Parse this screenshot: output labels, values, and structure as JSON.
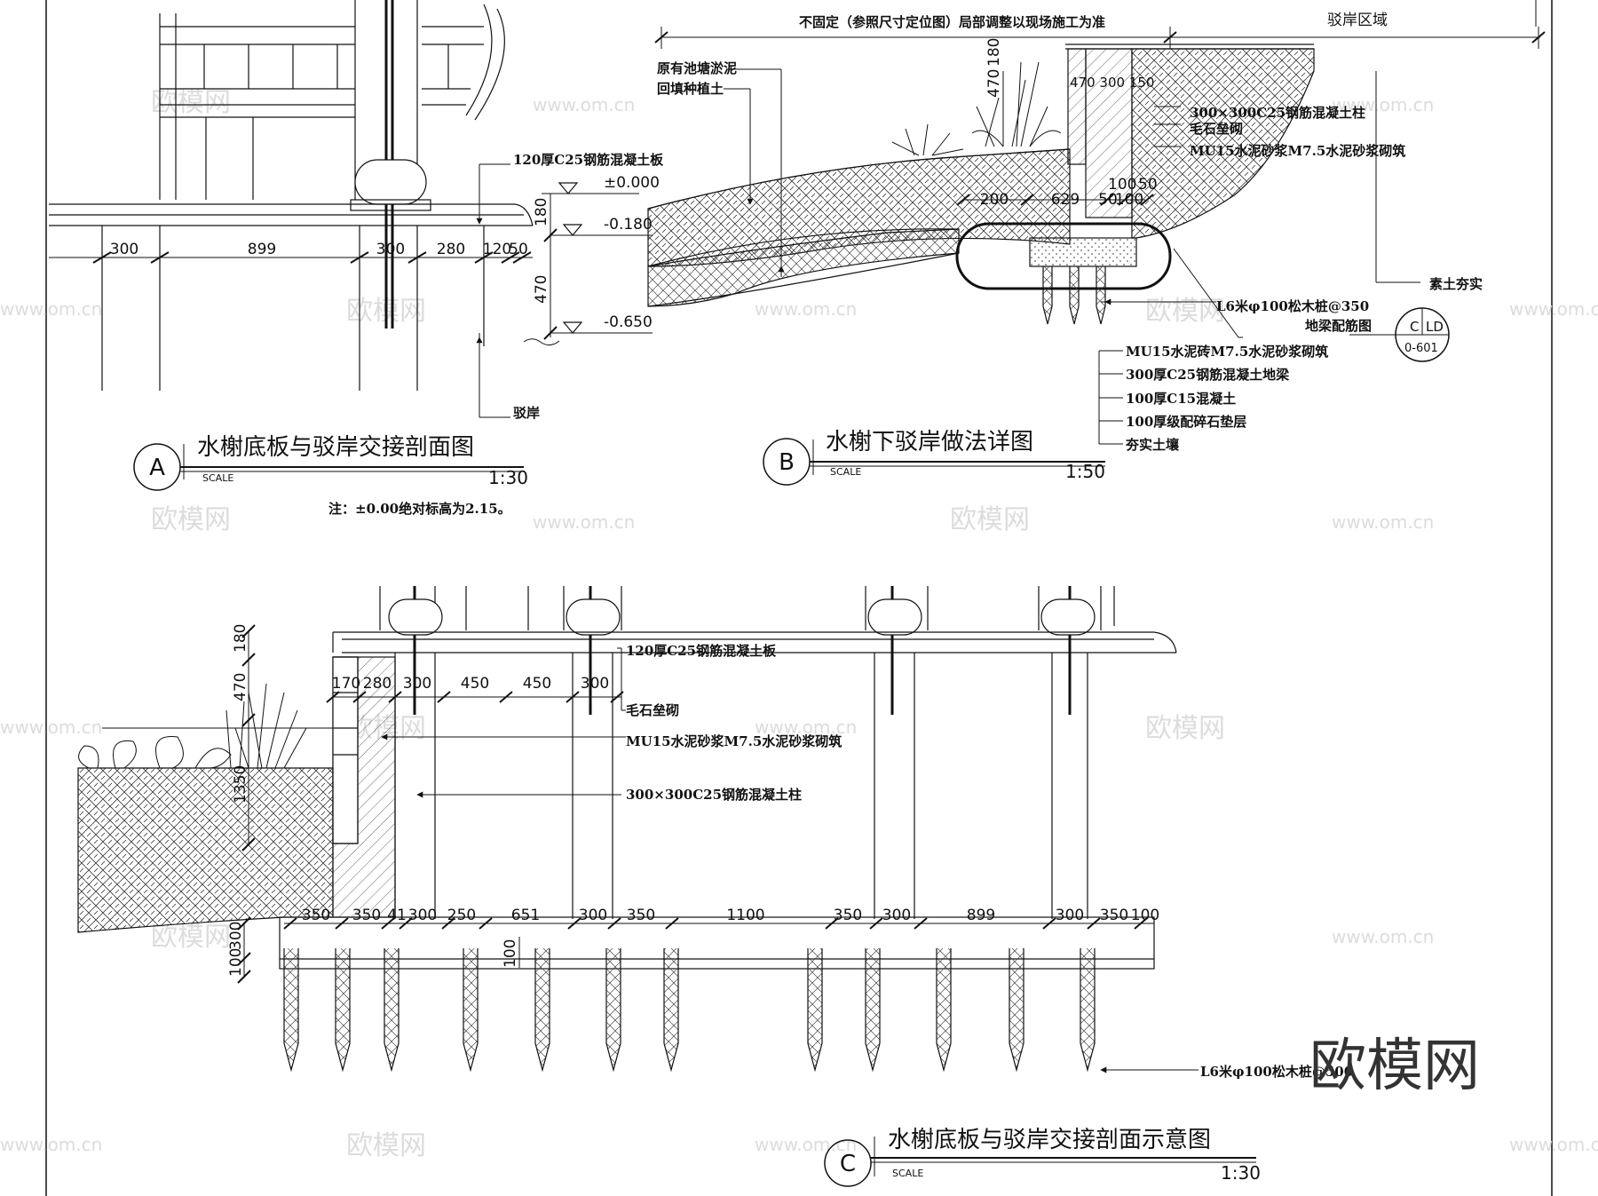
{
  "watermark": {
    "brand": "欧模网",
    "url": "www.om.cn",
    "logo": "欧模网"
  },
  "a": {
    "title": "水榭底板与驳岸交接剖面图",
    "marker": "A",
    "scale_word": "SCALE",
    "ratio": "1:30",
    "note": "注：±0.00绝对标高为2.15。",
    "slab_label": "120厚C25钢筋混凝土板",
    "bank_label": "驳岸",
    "elev_top": "±0.000",
    "elev_mid": "-0.180",
    "elev_low": "-0.650",
    "vdims": [
      "180",
      "470"
    ],
    "dims": [
      "300",
      "899",
      "300",
      "280",
      "120",
      "50"
    ]
  },
  "b": {
    "title": "水榭下驳岸做法详图",
    "marker": "B",
    "scale_word": "SCALE",
    "ratio": "1:50",
    "top_note": "不固定（参照尺寸定位图）局部调整以现场施工为准",
    "zone": "驳岸区域",
    "silt1": "原有池塘淤泥",
    "silt2": "回填种植土",
    "col_label": "300×300C25钢筋混凝土柱",
    "rubble": "毛石垒砌",
    "mortar": "MU15水泥砂浆M7.5水泥砂浆砌筑",
    "top_dims": "470 300 150",
    "vdims": [
      "470",
      "180"
    ],
    "side_dims": [
      "100",
      "50"
    ],
    "mid_dims": [
      "200",
      "629",
      "50",
      "100"
    ],
    "pile": "L6米φ100松木桩@350",
    "beam_ref": "地梁配筋图",
    "soil": "素土夯实",
    "layers": [
      "MU15水泥砖M7.5水泥砂浆砌筑",
      "300厚C25钢筋混凝土地梁",
      "100厚C15混凝土",
      "100厚级配碎石垫层",
      "夯实土壤"
    ],
    "callout_top": "C",
    "callout_right": "LD",
    "callout_bottom": "0-601"
  },
  "c": {
    "title": "水榭底板与驳岸交接剖面示意图",
    "marker": "C",
    "scale_word": "SCALE",
    "ratio": "1:30",
    "slab_label": "120厚C25钢筋混凝土板",
    "rubble": "毛石垒砌",
    "mortar": "MU15水泥砂浆M7.5水泥砂浆砌筑",
    "col_label": "300×300C25钢筋混凝土柱",
    "pile": "L6米φ100松木桩@500",
    "top_dims": [
      "170",
      "280",
      "300",
      "450",
      "450",
      "300"
    ],
    "left_vdims": [
      "180",
      "470",
      "1350"
    ],
    "low_vdims": [
      "300",
      "100"
    ],
    "pile_vdim": "100",
    "bot_dims": [
      "350",
      "350",
      "41",
      "300",
      "250",
      "651",
      "300",
      "350",
      "1100",
      "350",
      "300",
      "899",
      "300",
      "350",
      "100"
    ]
  }
}
